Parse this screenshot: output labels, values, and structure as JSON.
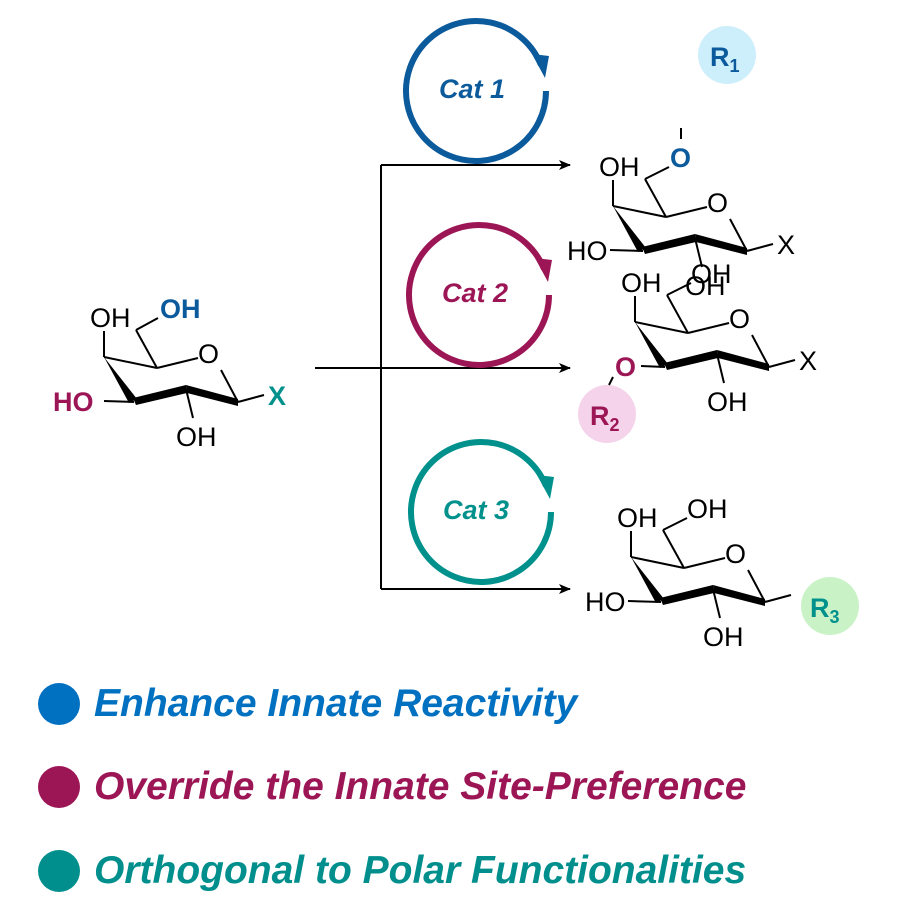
{
  "colors": {
    "cat1": "#0B5A9C",
    "cat2": "#9C1656",
    "cat3": "#00918C",
    "r1_bg": "#CDEFFB",
    "r2_bg": "#F5D3EA",
    "r3_bg": "#C9F2C7",
    "legend1": "#0070C0",
    "legend2": "#9C1656",
    "legend3": "#008F8C"
  },
  "starting_material": {
    "oh_top": "OH",
    "oh_primary": "OH",
    "ho_left": "HO",
    "ring_o": "O",
    "anomeric": "X",
    "oh_bottom": "OH"
  },
  "catalysts": [
    {
      "label": "Cat 1"
    },
    {
      "label": "Cat 2"
    },
    {
      "label": "Cat 3"
    }
  ],
  "products": [
    {
      "substituent": "R",
      "substituent_sub": "1",
      "link_o": "O",
      "oh_top": "OH",
      "ring_o": "O",
      "ho_left": "HO",
      "anomeric": "X",
      "oh_bottom": "OH"
    },
    {
      "substituent": "R",
      "substituent_sub": "2",
      "link_o": "O",
      "oh_top": "OH",
      "oh_primary": "OH",
      "ring_o": "O",
      "anomeric": "X",
      "oh_bottom": "OH"
    },
    {
      "substituent": "R",
      "substituent_sub": "3",
      "oh_top": "OH",
      "oh_primary": "OH",
      "ring_o": "O",
      "ho_left": "HO",
      "oh_bottom": "OH"
    }
  ],
  "legend": [
    {
      "text": "Enhance Innate Reactivity"
    },
    {
      "text": "Override the Innate Site-Preference"
    },
    {
      "text": "Orthogonal to Polar Functionalities"
    }
  ]
}
